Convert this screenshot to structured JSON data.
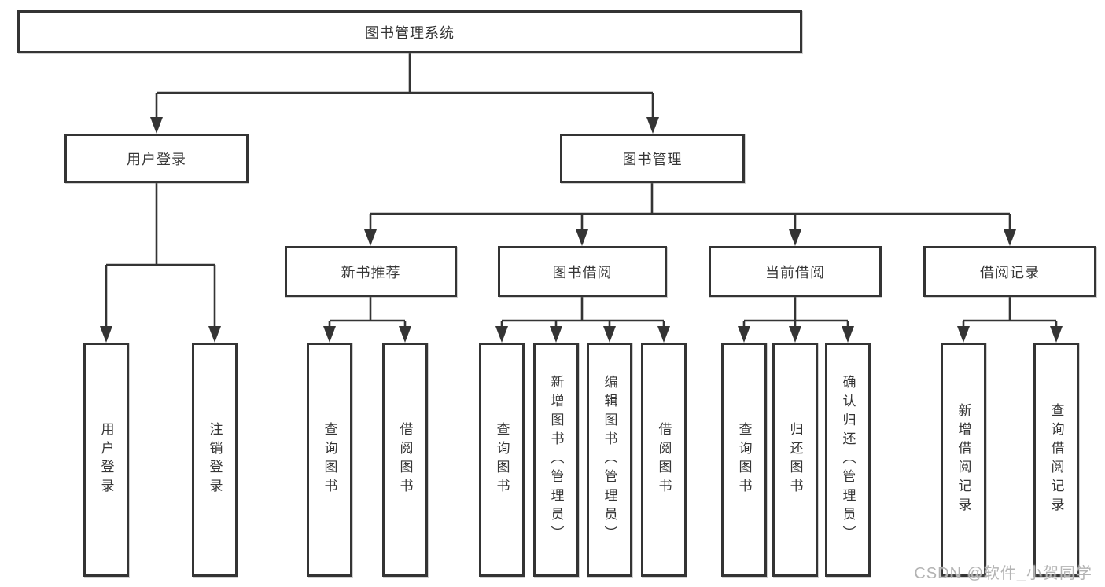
{
  "diagram": {
    "title": "图书管理系统",
    "root": {
      "label": "图书管理系统"
    },
    "level2": [
      {
        "id": "user-login",
        "label": "用户登录"
      },
      {
        "id": "book-management",
        "label": "图书管理"
      }
    ],
    "level3": [
      {
        "id": "new-book-recommend",
        "label": "新书推荐",
        "parent": "book-management"
      },
      {
        "id": "book-borrow",
        "label": "图书借阅",
        "parent": "book-management"
      },
      {
        "id": "current-borrow",
        "label": "当前借阅",
        "parent": "book-management"
      },
      {
        "id": "borrow-records",
        "label": "借阅记录",
        "parent": "book-management"
      }
    ],
    "leaves": {
      "user_login": [
        "用户登录",
        "注销登录"
      ],
      "new_book_recommend": [
        "查询图书",
        "借阅图书"
      ],
      "book_borrow": [
        "查询图书",
        "新增图书（管理员）",
        "编辑图书（管理员）",
        "借阅图书"
      ],
      "current_borrow": [
        "查询图书",
        "归还图书",
        "确认归还（管理员）"
      ],
      "borrow_records": [
        "新增借阅记录",
        "查询借阅记录"
      ]
    }
  },
  "watermark": "CSDN @软件_小贺同学",
  "colors": {
    "line": "#343434",
    "box_border": "#343434",
    "text": "#363636",
    "watermark": "#b3b3b3",
    "background": "#ffffff"
  }
}
